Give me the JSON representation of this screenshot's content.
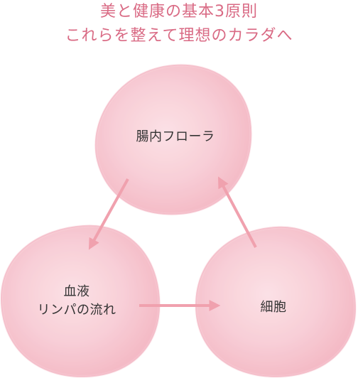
{
  "heading": {
    "line1": "美と健康の基本3原則",
    "line2": "これらを整えて理想のカラダへ"
  },
  "nodes": {
    "top": {
      "label": "腸内フローラ"
    },
    "left": {
      "line1": "血液",
      "line2": "リンパの流れ"
    },
    "right": {
      "label": "細胞"
    }
  },
  "colors": {
    "heading": "#d96a84",
    "circle": "#f6c4cd",
    "arrow": "#f0a1ae",
    "text": "#333333"
  }
}
